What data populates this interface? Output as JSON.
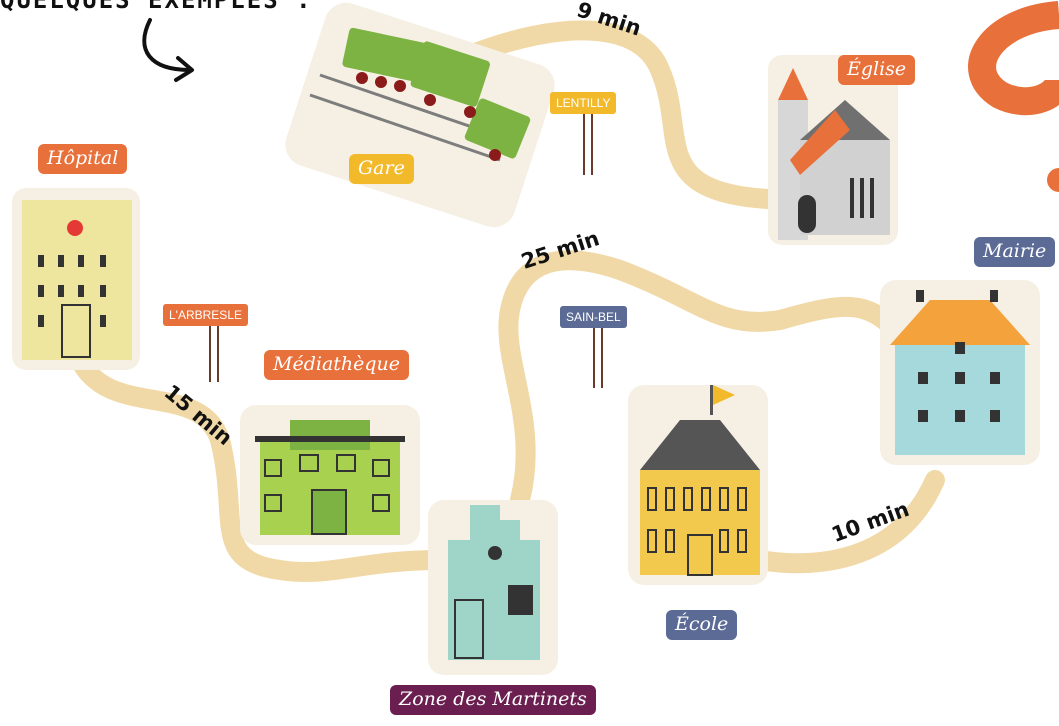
{
  "heading": "QUELQUES EXEMPLES :",
  "places": {
    "gare": "Gare",
    "eglise": "Église",
    "hopital": "Hôpital",
    "mairie": "Mairie",
    "mediatheque": "Médiathèque",
    "ecole": "École",
    "zone": "Zone des Martinets"
  },
  "times": {
    "gare_eglise": "9 min",
    "zone_gare": "25 min",
    "hopital_mediatheque": "15 min",
    "ecole_mairie": "10 min"
  },
  "signs": {
    "lentilly": "LENTILLY",
    "arbresle": "L'ARBRESLE",
    "sainbel": "SAIN-BEL"
  },
  "colors": {
    "orange": "#e8703a",
    "yellow": "#f2b92b",
    "slate": "#5b6b95",
    "plum": "#6b1f50",
    "path": "#f0d9a6"
  }
}
